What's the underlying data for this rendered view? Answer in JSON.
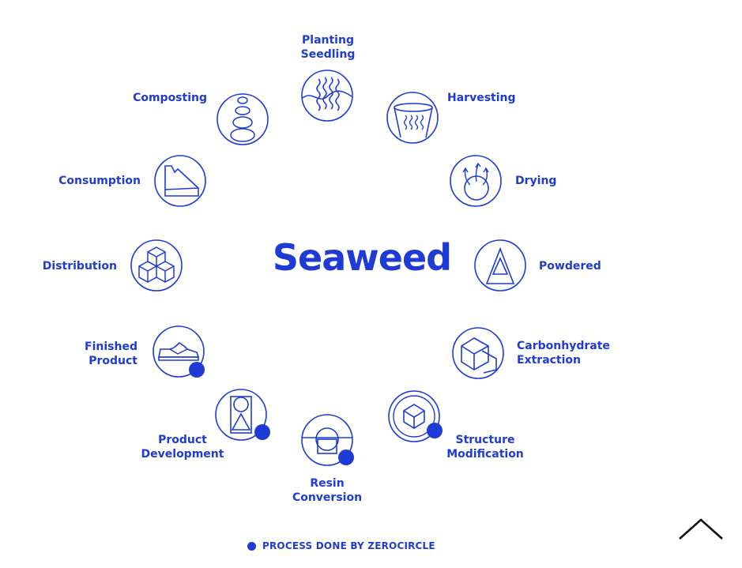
{
  "diagram": {
    "title": "Seaweed",
    "accent": "#1f3bd6",
    "steps": [
      {
        "id": "planting",
        "label": "Planting\nSeedling",
        "icon": "seaweed-waves-icon",
        "done": false
      },
      {
        "id": "harvesting",
        "label": "Harvesting",
        "icon": "harvest-basket-icon",
        "done": false
      },
      {
        "id": "drying",
        "label": "Drying",
        "icon": "evaporation-icon",
        "done": false
      },
      {
        "id": "powdered",
        "label": "Powdered",
        "icon": "powder-triangle-icon",
        "done": false
      },
      {
        "id": "carbonhydrate",
        "label": "Carbonhydrate\nExtraction",
        "icon": "cube-extraction-icon",
        "done": false
      },
      {
        "id": "structure",
        "label": "Structure\nModification",
        "icon": "molecule-structure-icon",
        "done": true
      },
      {
        "id": "resin",
        "label": "Resin\nConversion",
        "icon": "resin-flask-icon",
        "done": true
      },
      {
        "id": "product-dev",
        "label": "Product\nDevelopment",
        "icon": "prototype-shapes-icon",
        "done": true
      },
      {
        "id": "finished",
        "label": "Finished\nProduct",
        "icon": "sneaker-icon",
        "done": true
      },
      {
        "id": "distribution",
        "label": "Distribution",
        "icon": "stacked-boxes-icon",
        "done": false
      },
      {
        "id": "consumption",
        "label": "Consumption",
        "icon": "cake-slice-icon",
        "done": false
      },
      {
        "id": "composting",
        "label": "Composting",
        "icon": "compost-stack-icon",
        "done": false
      }
    ]
  },
  "legend": {
    "text": "PROCESS DONE BY ZEROCIRCLE"
  },
  "scroll_top": {
    "icon": "chevron-up-icon"
  }
}
